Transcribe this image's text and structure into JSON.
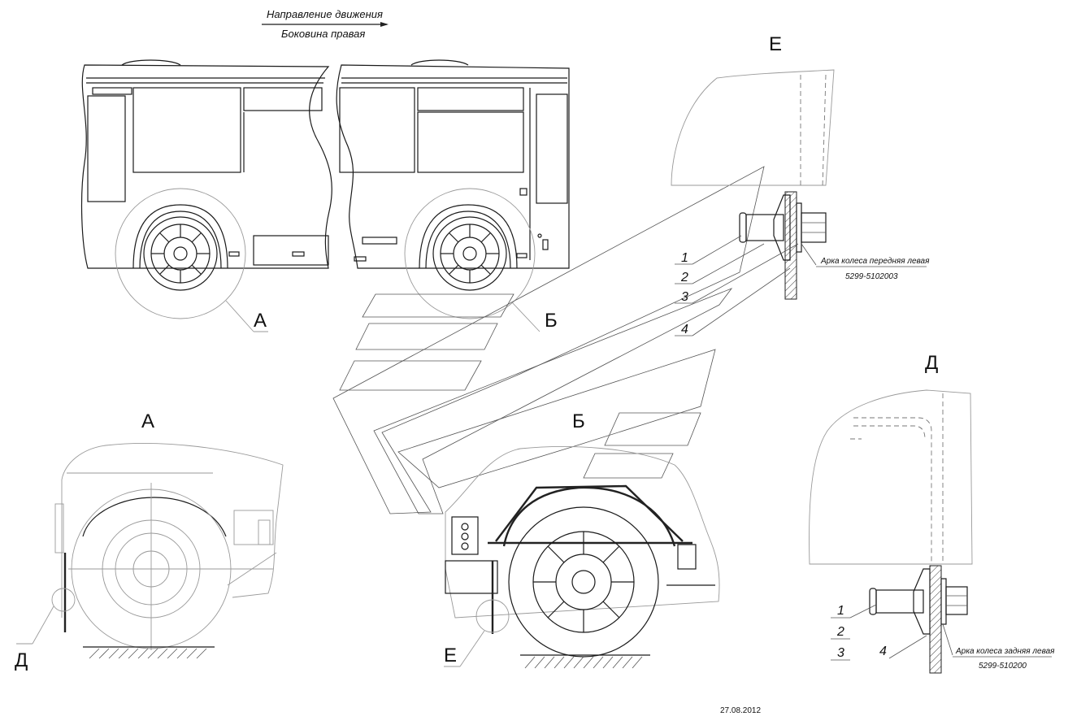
{
  "header": {
    "direction_label": "Направление движения",
    "side_label": "Боковина правая"
  },
  "views": {
    "a": "А",
    "b": "Б",
    "d": "Д",
    "e": "Е"
  },
  "callouts": {
    "n1": "1",
    "n2": "2",
    "n3": "3",
    "n4": "4"
  },
  "front_arch": {
    "name": "Арка колеса передняя левая",
    "part_number": "5299-5102003"
  },
  "rear_arch": {
    "name": "Арка колеса задняя левая",
    "part_number": "5299-510200"
  },
  "footer": {
    "date": "27.08.2012"
  }
}
